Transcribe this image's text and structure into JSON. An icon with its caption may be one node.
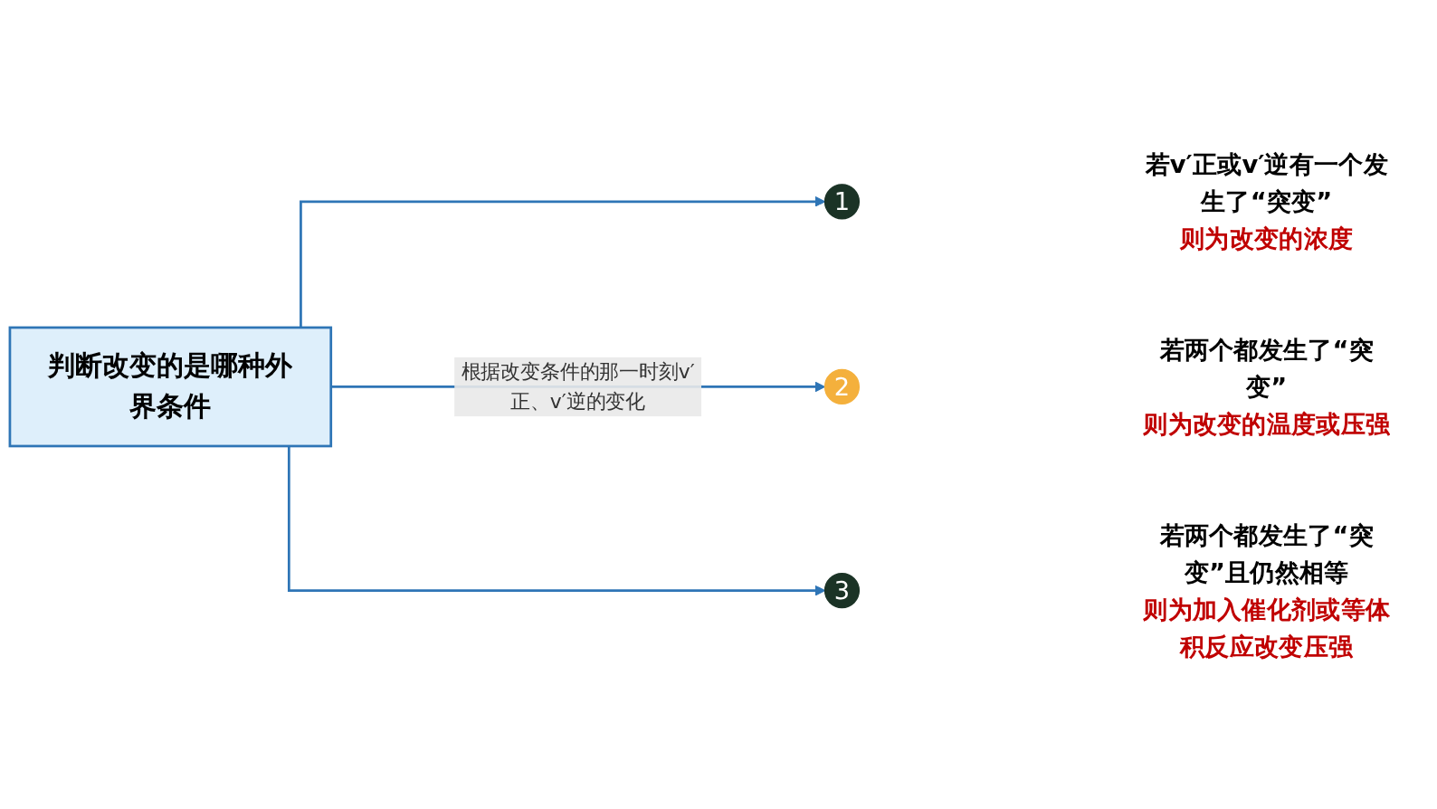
{
  "diagram": {
    "nodes": [
      {
        "text": [
          "判断改变的是哪种外界条件"
        ]
      },
      {
        "text": [
          "1"
        ],
        "beside": [
          "若v′正或v′逆有一个发生了“突变”",
          "则为改变的浓度"
        ]
      },
      {
        "text": [
          "2"
        ],
        "beside": [
          "若两个都发生了“突变”",
          "则为改变的温度或压强"
        ]
      },
      {
        "text": [
          "3"
        ],
        "beside": [
          "若两个都发生了“突变”且仍然相等",
          "则为加入催化剂或等体积反应改变压强"
        ]
      }
    ],
    "edges": [
      {
        "from": 0,
        "to": 1,
        "arrow": "to"
      },
      {
        "from": 0,
        "to": 2,
        "arrow": "to",
        "label": "根据改变条件的那一时刻v′正、v′逆的变化"
      },
      {
        "from": 0,
        "to": 3,
        "arrow": "to"
      }
    ]
  }
}
